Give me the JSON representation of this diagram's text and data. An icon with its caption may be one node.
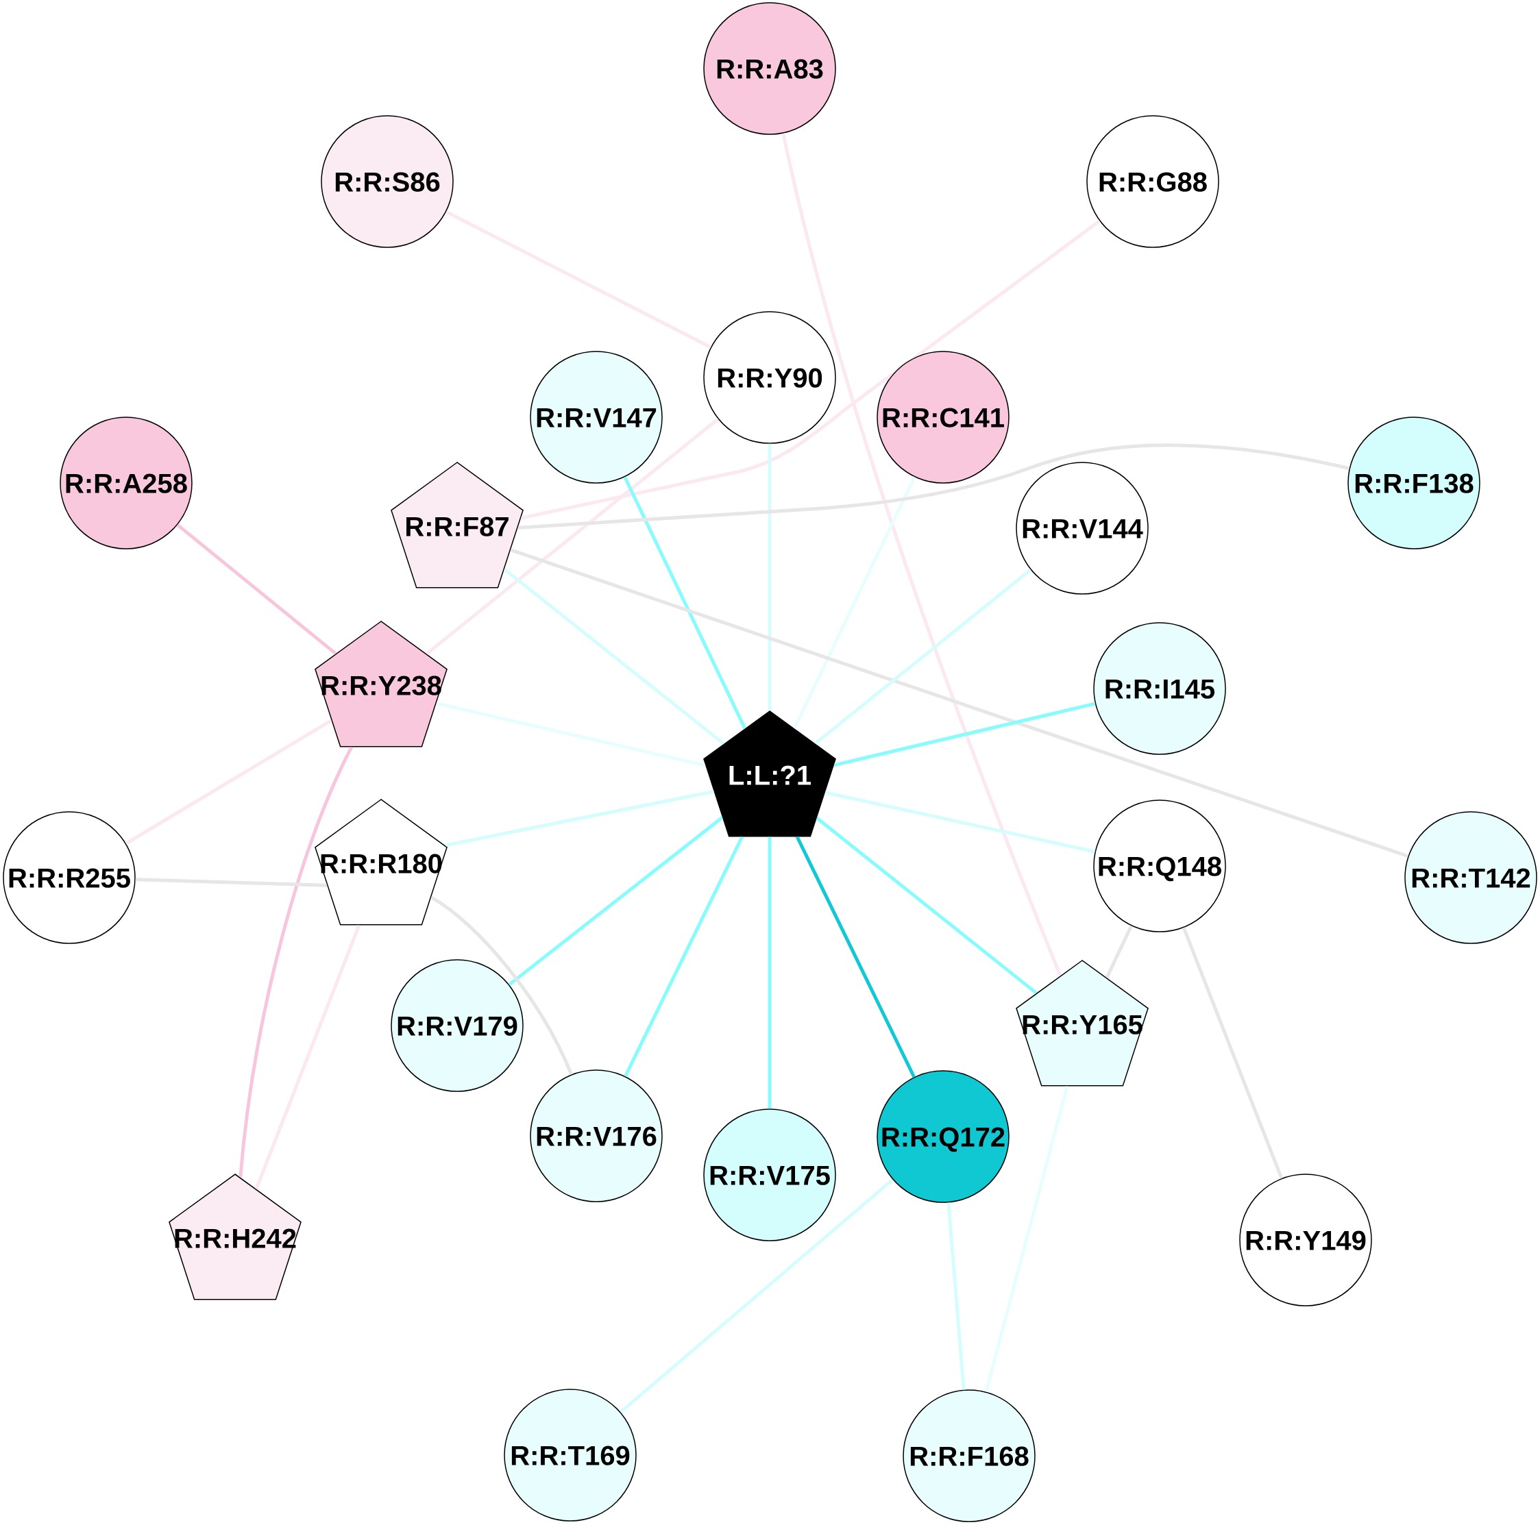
{
  "diagram": {
    "nodes": [
      {
        "text": [
          "R:R:A83"
        ]
      },
      {
        "text": [
          "R:R:S86"
        ]
      },
      {
        "text": [
          "R:R:G88"
        ]
      },
      {
        "text": [
          "R:R:Y90"
        ]
      },
      {
        "text": [
          "R:R:V147"
        ]
      },
      {
        "text": [
          "R:R:C141"
        ]
      },
      {
        "text": [
          "R:R:A258"
        ]
      },
      {
        "text": [
          "R:R:F87"
        ]
      },
      {
        "text": [
          "R:R:F138"
        ]
      },
      {
        "text": [
          "R:R:V144"
        ]
      },
      {
        "text": [
          "R:R:Y238"
        ]
      },
      {
        "text": [
          "R:R:I145"
        ]
      },
      {
        "text": [
          "L:L:?1"
        ]
      },
      {
        "text": [
          "R:R:R255"
        ]
      },
      {
        "text": [
          "R:R:R180"
        ]
      },
      {
        "text": [
          "R:R:Q148"
        ]
      },
      {
        "text": [
          "R:R:T142"
        ]
      },
      {
        "text": [
          "R:R:V179"
        ]
      },
      {
        "text": [
          "R:R:Y165"
        ]
      },
      {
        "text": [
          "R:R:V176"
        ]
      },
      {
        "text": [
          "R:R:V175"
        ]
      },
      {
        "text": [
          "R:R:Q172"
        ]
      },
      {
        "text": [
          "R:R:H242"
        ]
      },
      {
        "text": [
          "R:R:Y149"
        ]
      },
      {
        "text": [
          "R:R:T169"
        ]
      },
      {
        "text": [
          "R:R:F168"
        ]
      }
    ],
    "edges": [
      {
        "from": 0,
        "to": 18,
        "arrow": "none",
        "color": "#fbe8f0"
      },
      {
        "from": 1,
        "to": 3,
        "arrow": "none",
        "color": "#fbe8f0"
      },
      {
        "from": 2,
        "to": 7,
        "arrow": "none",
        "color": "#fbe8f0"
      },
      {
        "from": 3,
        "to": 10,
        "arrow": "none",
        "color": "#fbe8f0"
      },
      {
        "from": 3,
        "to": 12,
        "arrow": "none",
        "color": "#d6fdfd"
      },
      {
        "from": 4,
        "to": 12,
        "arrow": "none",
        "color": "#88fcfc"
      },
      {
        "from": 5,
        "to": 12,
        "arrow": "none",
        "color": "#e8fdfd"
      },
      {
        "from": 6,
        "to": 10,
        "arrow": "none",
        "color": "#f8c6dc"
      },
      {
        "from": 7,
        "to": 8,
        "arrow": "none",
        "color": "#e6e6e6"
      },
      {
        "from": 7,
        "to": 12,
        "arrow": "none",
        "color": "#d6fdfd"
      },
      {
        "from": 7,
        "to": 16,
        "arrow": "none",
        "color": "#e6e6e6"
      },
      {
        "from": 9,
        "to": 12,
        "arrow": "none",
        "color": "#d6fdfd"
      },
      {
        "from": 10,
        "to": 12,
        "arrow": "none",
        "color": "#e8fdfd"
      },
      {
        "from": 10,
        "to": 13,
        "arrow": "none",
        "color": "#fbe8f0"
      },
      {
        "from": 10,
        "to": 22,
        "arrow": "none",
        "color": "#f8c6dc"
      },
      {
        "from": 11,
        "to": 12,
        "arrow": "none",
        "color": "#88fcfc"
      },
      {
        "from": 14,
        "to": 12,
        "arrow": "none",
        "color": "#d6fdfd"
      },
      {
        "from": 15,
        "to": 12,
        "arrow": "none",
        "color": "#d6fdfd"
      },
      {
        "from": 17,
        "to": 12,
        "arrow": "none",
        "color": "#88fcfc"
      },
      {
        "from": 18,
        "to": 12,
        "arrow": "none",
        "color": "#88fcfc"
      },
      {
        "from": 19,
        "to": 12,
        "arrow": "none",
        "color": "#88fcfc"
      },
      {
        "from": 20,
        "to": 12,
        "arrow": "none",
        "color": "#88fcfc"
      },
      {
        "from": 21,
        "to": 12,
        "arrow": "none",
        "color": "#12c8d4"
      },
      {
        "from": 13,
        "to": 14,
        "arrow": "none",
        "color": "#e6e6e6"
      },
      {
        "from": 14,
        "to": 19,
        "arrow": "none",
        "color": "#e6e6e6"
      },
      {
        "from": 14,
        "to": 22,
        "arrow": "none",
        "color": "#fbe8f0"
      },
      {
        "from": 15,
        "to": 18,
        "arrow": "none",
        "color": "#e6e6e6"
      },
      {
        "from": 15,
        "to": 23,
        "arrow": "none",
        "color": "#e6e6e6"
      },
      {
        "from": 18,
        "to": 25,
        "arrow": "none",
        "color": "#e8fdfd"
      },
      {
        "from": 21,
        "to": 24,
        "arrow": "none",
        "color": "#d6fdfd"
      },
      {
        "from": 21,
        "to": 25,
        "arrow": "none",
        "color": "#d6fdfd"
      }
    ]
  }
}
